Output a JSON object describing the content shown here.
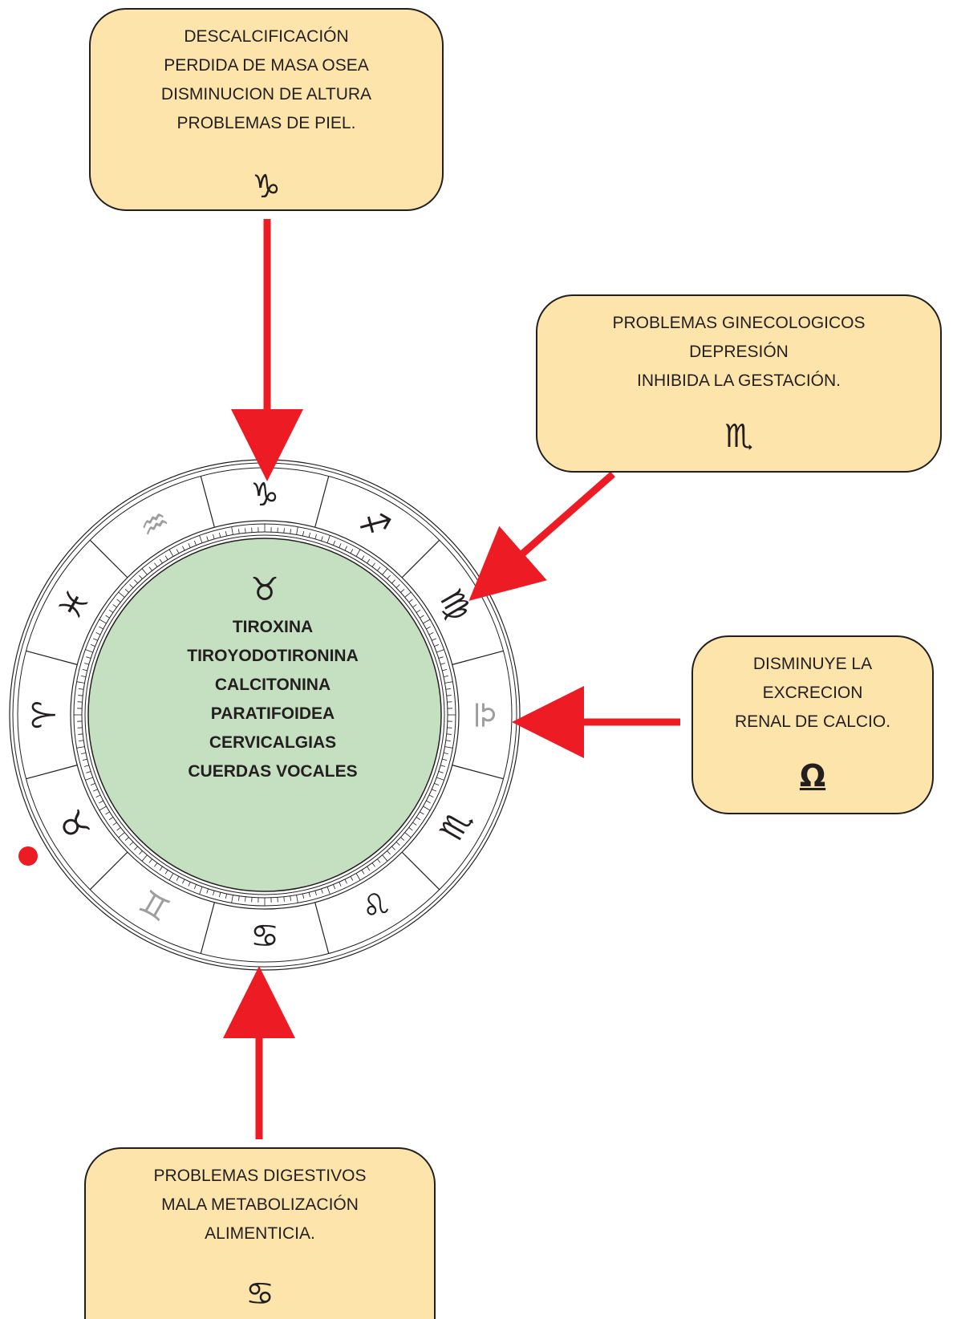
{
  "boxes": {
    "capricorn": {
      "lines": [
        "DESCALCIFICACIÓN",
        "PERDIDA DE MASA OSEA",
        "DISMINUCION DE ALTURA",
        "PROBLEMAS DE PIEL."
      ],
      "glyph": "♑"
    },
    "scorpio": {
      "lines": [
        "PROBLEMAS GINECOLOGICOS",
        "DEPRESIÓN",
        "INHIBIDA LA GESTACIÓN."
      ],
      "glyph": "♏"
    },
    "libra": {
      "lines": [
        "DISMINUYE LA",
        "EXCRECION",
        "RENAL DE CALCIO."
      ],
      "glyph": "Ω"
    },
    "cancer": {
      "lines": [
        "PROBLEMAS DIGESTIVOS",
        "MALA METABOLIZACIÓN",
        "ALIMENTICIA."
      ],
      "glyph": "♋"
    }
  },
  "wheel": {
    "center_lines": [
      "TIROXINA",
      "TIROYODOTIRONINA",
      "CALCITONINA",
      "PARATIFOIDEA",
      "CERVICALGIAS",
      "CUERDAS VOCALES"
    ],
    "inner_sign": "♉",
    "signs": [
      {
        "glyph": "♑",
        "gray": false
      },
      {
        "glyph": "♐",
        "gray": false
      },
      {
        "glyph": "♍",
        "gray": false
      },
      {
        "glyph": "♎",
        "gray": true
      },
      {
        "glyph": "♏",
        "gray": false
      },
      {
        "glyph": "♌",
        "gray": false
      },
      {
        "glyph": "♋",
        "gray": false
      },
      {
        "glyph": "♊",
        "gray": true
      },
      {
        "glyph": "♉",
        "gray": false
      },
      {
        "glyph": "♈",
        "gray": false
      },
      {
        "glyph": "♓",
        "gray": false
      },
      {
        "glyph": "♒",
        "gray": true
      }
    ]
  },
  "colors": {
    "box_fill": "#fde4ab",
    "center_fill": "#c5e0c0",
    "arrow": "#ed1c24",
    "text": "#231f20",
    "gray_sign": "#9e9e9e"
  }
}
